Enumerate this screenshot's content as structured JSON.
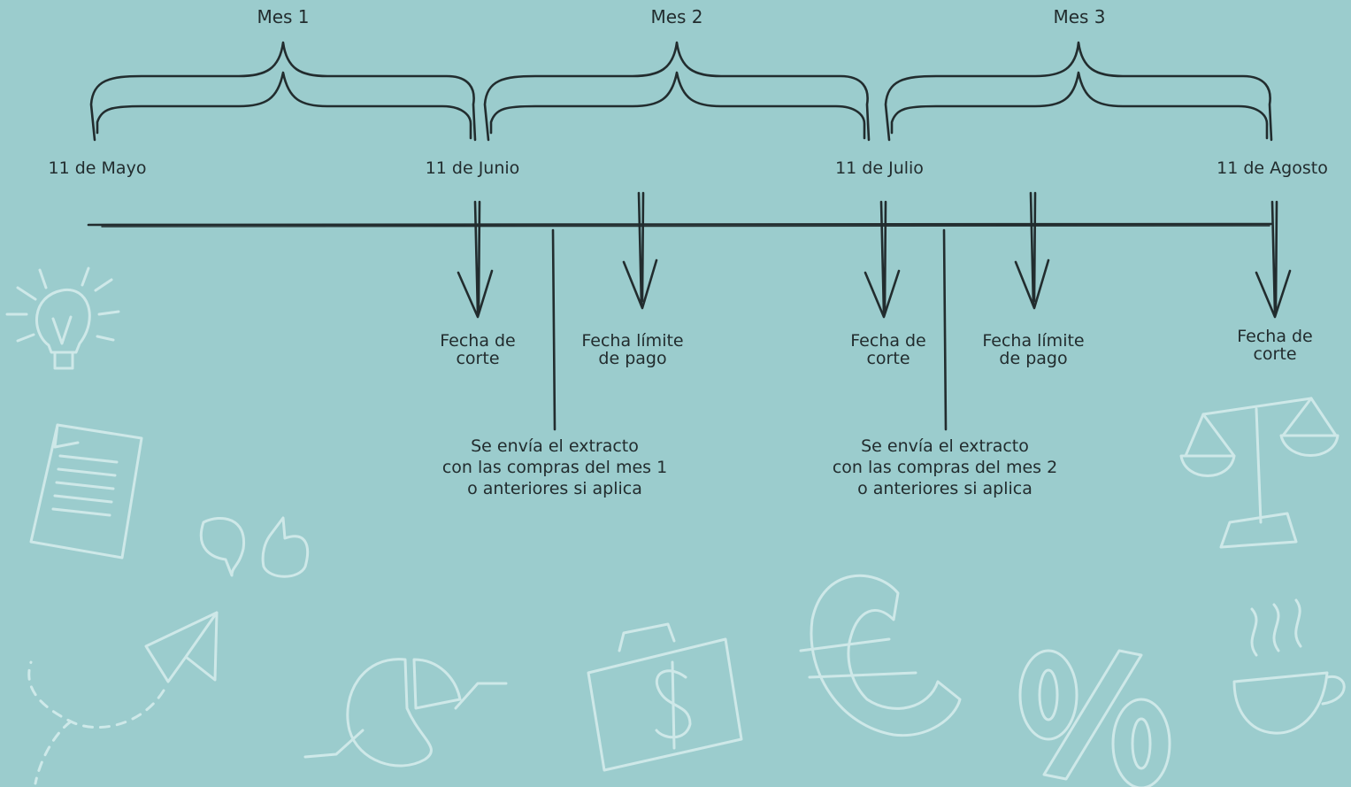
{
  "months": [
    "Mes 1",
    "Mes 2",
    "Mes 3"
  ],
  "dates": [
    "11 de Mayo",
    "11 de Junio",
    "11 de Julio",
    "11 de Agosto"
  ],
  "events": {
    "cut1": [
      "Fecha de",
      "corte"
    ],
    "pay1": [
      "Fecha límite",
      "de pago"
    ],
    "cut2": [
      "Fecha de",
      "corte"
    ],
    "pay2": [
      "Fecha límite",
      "de pago"
    ],
    "cut3": [
      "Fecha de",
      "corte"
    ]
  },
  "statements": {
    "s1": [
      "Se envía el extracto",
      "con las compras del mes 1",
      "o anteriores si aplica"
    ],
    "s2": [
      "Se envía el extracto",
      "con las compras del mes 2",
      "o anteriores si aplica"
    ]
  },
  "colors": {
    "background": "#9bcccd",
    "ink": "#222c2e",
    "doodle": "#d4ecec"
  },
  "doodle_icons": [
    "lightbulb-icon",
    "document-icon",
    "speech-bubbles-icon",
    "paper-plane-icon",
    "pie-chart-icon",
    "money-bag-icon",
    "euro-icon",
    "percent-icon",
    "scale-icon",
    "coffee-cup-icon"
  ]
}
